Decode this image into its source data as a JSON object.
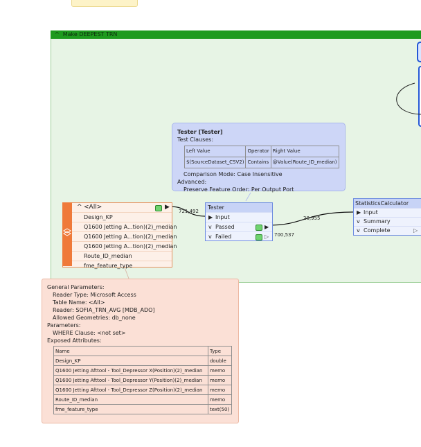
{
  "bookmark": {
    "title": "Make DEEPEST TRN"
  },
  "tester_note": {
    "title": "Tester [Tester]",
    "test_clauses_label": "Test Clauses:",
    "table_headers": [
      "Left Value",
      "Operator",
      "Right Value"
    ],
    "table_row": [
      "$(SourceDataset_CSV2)",
      "Contains",
      "@Value(Route_ID_median)"
    ],
    "comparison_mode": "Comparison Mode: Case Insensitive",
    "advanced_label": "Advanced:",
    "preserve_order": "Preserve Feature Order: Per Output Port"
  },
  "reader": {
    "title": "<All>",
    "attributes": [
      "Design_KP",
      "Q1600 Jetting A...tion)(2)_median",
      "Q1600 Jetting A...tion)(2)_median",
      "Q1600 Jetting A...tion)(2)_median",
      "Route_ID_median",
      "fme_feature_type"
    ]
  },
  "tester": {
    "title": "Tester",
    "input_port": "Input",
    "passed_port": "Passed",
    "failed_port": "Failed"
  },
  "stats": {
    "title": "StatisticsCalculator",
    "input_port": "Input",
    "summary_port": "Summary",
    "complete_port": "Complete"
  },
  "counts": {
    "reader_to_tester": "721,492",
    "passed_to_stats": "20,955",
    "failed": "700,537"
  },
  "params": {
    "general": "General Parameters:",
    "reader_type": "Reader Type: Microsoft Access",
    "table_name": "Table Name: <All>",
    "reader": "Reader: SOFIA_TRN_AVG [MDB_ADO]",
    "allowed_geometries": "Allowed Geometries: db_none",
    "parameters": "Parameters:",
    "where_clause": "WHERE Clause: <not set>",
    "exposed": "Exposed Attributes:",
    "headers": [
      "Name",
      "Type"
    ],
    "rows": [
      [
        "Design_KP",
        "double"
      ],
      [
        "Q1600 Jetting Afttool - Tool_Depressor X(Position)(2)_median",
        "memo"
      ],
      [
        "Q1600 Jetting Afttool - Tool_Depressor Y(Position)(2)_median",
        "memo"
      ],
      [
        "Q1600 Jetting Afttool - Tool_Depressor Z(Position)(2)_median",
        "memo"
      ],
      [
        "Route_ID_median",
        "memo"
      ],
      [
        "fme_feature_type",
        "text(50)"
      ]
    ]
  },
  "colors": {
    "bookmark_header": "#1e9a1e",
    "bookmark_fill": "#e7f4e5",
    "reader_accent": "#ef7a3a",
    "transformer_border": "#6f8de0",
    "note_fill": "#cdd6f7",
    "params_fill": "#fbe0d6"
  },
  "icons": [
    "chevron-up-icon",
    "chevron-down-icon",
    "layers-icon",
    "inspect-icon",
    "port-arrow-icon"
  ]
}
